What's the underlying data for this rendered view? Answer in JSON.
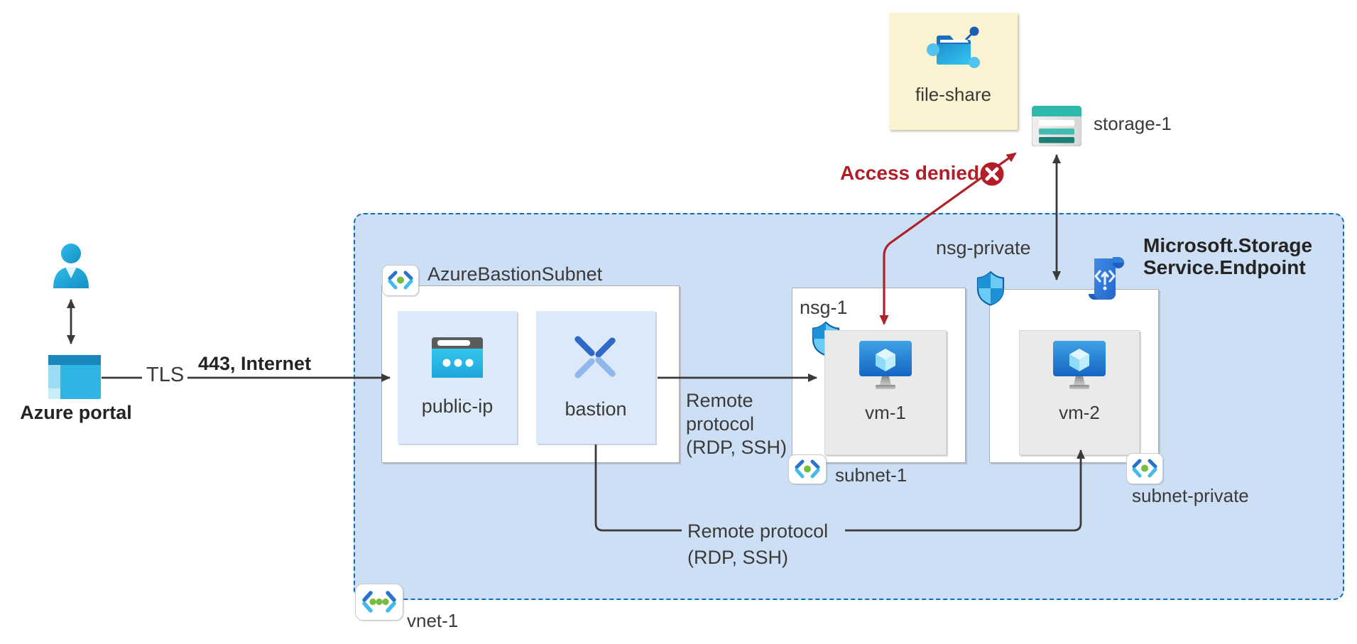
{
  "external": {
    "portal": {
      "label": "Azure portal"
    },
    "tls": {
      "label": "TLS"
    },
    "internet": {
      "label": "443, Internet"
    }
  },
  "storage_group": {
    "file_share": {
      "label": "file-share"
    },
    "storage": {
      "label": "storage-1"
    }
  },
  "vnet": {
    "label": "vnet-1",
    "bastion_subnet": {
      "label": "AzureBastionSubnet",
      "public_ip": {
        "label": "public-ip"
      },
      "bastion": {
        "label": "bastion"
      }
    },
    "subnet1": {
      "label": "subnet-1",
      "nsg": {
        "label": "nsg-1"
      },
      "vm": {
        "label": "vm-1"
      }
    },
    "subnet_private": {
      "label": "subnet-private",
      "nsg": {
        "label": "nsg-private"
      },
      "vm": {
        "label": "vm-2"
      }
    },
    "service_endpoint": {
      "line1": "Microsoft.Storage",
      "line2": "Service.Endpoint"
    }
  },
  "annotations": {
    "access_denied": {
      "label": "Access denied"
    },
    "remote_protocol_a": {
      "line1": "Remote",
      "line2": "protocol",
      "line3": "(RDP, SSH)"
    },
    "remote_protocol_b": {
      "line1": "Remote protocol",
      "line2": "(RDP, SSH)"
    }
  },
  "icons": {
    "user-icon": "person silhouette, cyan",
    "azure-portal-icon": "window with top bar, cyan/blue",
    "subnet-icon": "angle brackets with one green dot",
    "vnet-icon": "angle brackets with three green dots",
    "public-ip-icon": "browser window with three dots",
    "bastion-icon": "crossed blue chevrons",
    "nsg-icon": "quartered blue shield",
    "vm-icon": "blue monitor with cube",
    "storage-icon": "teal striped storage account",
    "file-share-icon": "blue folder with network nodes",
    "service-endpoint-icon": "blue scroll with endpoint glyph",
    "denied-icon": "red circle with white x"
  },
  "colors": {
    "vnet_fill": "#CCDFF5",
    "vnet_border": "#0F6CBD",
    "subnet_fill": "#FFFFFF",
    "resource_fill": "#DCE9F8",
    "vm_fill": "#EAEAEA",
    "file_share_fill": "#FAF3D2",
    "denied_red": "#B21E28",
    "arrow_color": "#3B3A39",
    "text_color": "#3B3A39"
  }
}
